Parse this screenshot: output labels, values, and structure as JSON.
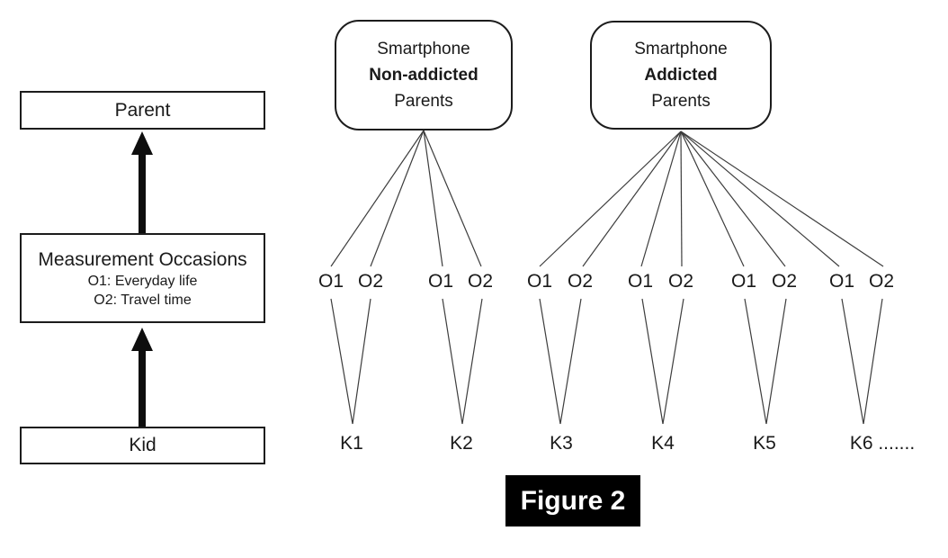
{
  "figure_label": "Figure 2",
  "hierarchy": {
    "parent": "Parent",
    "measurement": {
      "title": "Measurement Occasions",
      "occasion1": "O1: Everyday life",
      "occasion2": "O2: Travel time"
    },
    "kid": "Kid"
  },
  "groups": [
    {
      "line1": "Smartphone",
      "line2": "Non-addicted",
      "line3": "Parents"
    },
    {
      "line1": "Smartphone",
      "line2": "Addicted",
      "line3": "Parents"
    }
  ],
  "occasions": [
    "O1",
    "O2",
    "O1",
    "O2",
    "O1",
    "O2",
    "O1",
    "O2",
    "O1",
    "O2",
    "O1",
    "O2"
  ],
  "kids": [
    "K1",
    "K2",
    "K3",
    "K4",
    "K5",
    "K6 ......."
  ],
  "colors": {
    "background": "#ffffff",
    "line": "#3d3d3d",
    "arrow": "#0e0e0e",
    "figure_bg": "#000000",
    "figure_text": "#ffffff"
  }
}
